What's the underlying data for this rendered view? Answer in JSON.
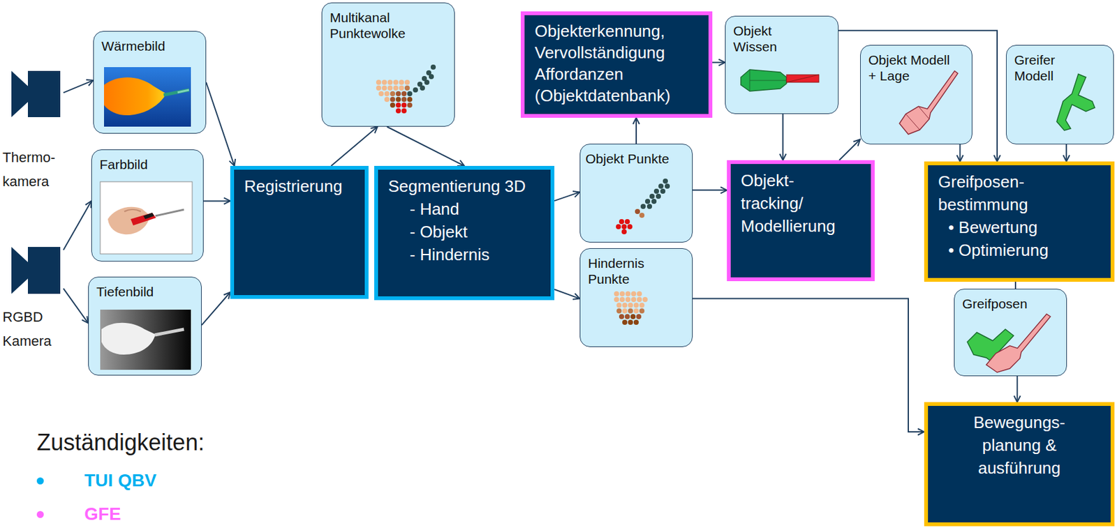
{
  "diagram": {
    "nodes": [
      {
        "text": [
          "Thermo- kamera"
        ]
      },
      {
        "text": [
          "RGBD Kamera"
        ]
      },
      {
        "text": [
          "Wärmebild"
        ]
      },
      {
        "text": [
          "Farbbild"
        ]
      },
      {
        "text": [
          "Tiefenbild"
        ]
      },
      {
        "text": [
          "Registrierung"
        ]
      },
      {
        "text": [
          "Multikanal Punktewolke"
        ]
      },
      {
        "text": [
          "Segmentierung 3D",
          "- Hand",
          "- Objekt",
          "- Hindernis"
        ]
      },
      {
        "text": [
          "Objekterkennung, Vervollständigung Affordanzen (Objektdatenbank)"
        ]
      },
      {
        "text": [
          "Objekt Wissen"
        ]
      },
      {
        "text": [
          "Objekt Punkte"
        ]
      },
      {
        "text": [
          "Hindernis Punkte"
        ]
      },
      {
        "text": [
          "Objekt- tracking/ Modellierung"
        ]
      },
      {
        "text": [
          "Objekt Modell + Lage"
        ]
      },
      {
        "text": [
          "Greifer Modell"
        ]
      },
      {
        "text": [
          "Greifposen- bestimmung",
          "• Bewertung",
          "• Optimierung"
        ]
      },
      {
        "text": [
          "Greifposen"
        ]
      },
      {
        "text": [
          "Bewegungs- planung & ausführung"
        ]
      }
    ],
    "edges": [
      {
        "from": 0,
        "to": 2,
        "arrow": "to"
      },
      {
        "from": 1,
        "to": 3,
        "arrow": "to"
      },
      {
        "from": 1,
        "to": 4,
        "arrow": "to"
      },
      {
        "from": 2,
        "to": 5,
        "arrow": "to"
      },
      {
        "from": 3,
        "to": 5,
        "arrow": "to"
      },
      {
        "from": 4,
        "to": 5,
        "arrow": "to"
      },
      {
        "from": 5,
        "to": 6,
        "arrow": "to"
      },
      {
        "from": 6,
        "to": 7,
        "arrow": "to"
      },
      {
        "from": 7,
        "to": 10,
        "arrow": "to"
      },
      {
        "from": 7,
        "to": 11,
        "arrow": "to"
      },
      {
        "from": 10,
        "to": 8,
        "arrow": "to"
      },
      {
        "from": 8,
        "to": 9,
        "arrow": "to"
      },
      {
        "from": 9,
        "to": 12,
        "arrow": "to"
      },
      {
        "from": 10,
        "to": 12,
        "arrow": "to"
      },
      {
        "from": 12,
        "to": 13,
        "arrow": "to"
      },
      {
        "from": 13,
        "to": 15,
        "arrow": "to"
      },
      {
        "from": 14,
        "to": 15,
        "arrow": "to"
      },
      {
        "from": 9,
        "to": 15,
        "arrow": "to"
      },
      {
        "from": 15,
        "to": 16,
        "arrow": "none"
      },
      {
        "from": 16,
        "to": 17,
        "arrow": "to"
      },
      {
        "from": 11,
        "to": 17,
        "arrow": "to"
      }
    ],
    "labels": [
      "Zuständigkeiten:"
    ],
    "legend": [
      {
        "text": "TUI QBV",
        "color": "#00b0f0"
      },
      {
        "text": "GFE",
        "color": "#ff66ff"
      }
    ]
  }
}
